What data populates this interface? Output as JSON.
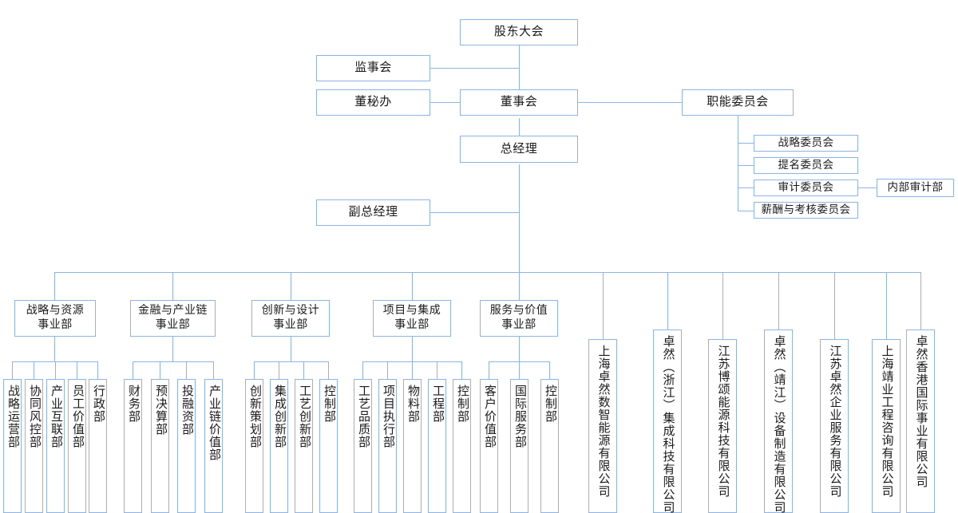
{
  "title": "组织架构图",
  "colors": {
    "border": "#8EB4E3",
    "line": "#8EB4E3",
    "box_fill": "#FFFFFF",
    "text": "#1A1A1A"
  },
  "governance": {
    "shareholders_meeting": "股东大会",
    "supervisory_board": "监事会",
    "board_secretary_office": "董秘办",
    "board_of_directors": "董事会",
    "general_manager": "总经理",
    "deputy_general_manager": "副总经理",
    "functional_committee": "职能委员会"
  },
  "committees": [
    {
      "label": "战略委员会"
    },
    {
      "label": "提名委员会"
    },
    {
      "label": "审计委员会",
      "child": "内部审计部"
    },
    {
      "label": "薪酬与考核委员会"
    }
  ],
  "internal_audit": "内部审计部",
  "divisions": [
    {
      "name": "战略与资源\n事业部",
      "line1": "战略与资源",
      "line2": "事业部",
      "departments": [
        "战略运营部",
        "协同风控部",
        "产业互联部",
        "员工价值部",
        "行政部"
      ]
    },
    {
      "name": "金融与产业链\n事业部",
      "line1": "金融与产业链",
      "line2": "事业部",
      "departments": [
        "财务部",
        "预决算部",
        "投融资部",
        "产业链价值部"
      ]
    },
    {
      "name": "创新与设计\n事业部",
      "line1": "创新与设计",
      "line2": "事业部",
      "departments": [
        "创新策划部",
        "集成创新部",
        "工艺创新部",
        "控制部"
      ]
    },
    {
      "name": "项目与集成\n事业部",
      "line1": "项目与集成",
      "line2": "事业部",
      "departments": [
        "工艺品质部",
        "项目执行部",
        "物料部",
        "工程部",
        "控制部"
      ]
    },
    {
      "name": "服务与价值\n事业部",
      "line1": "服务与价值",
      "line2": "事业部",
      "departments": [
        "客户价值部",
        "国际服务部",
        "控制部"
      ]
    }
  ],
  "subsidiaries": [
    "上海卓然数智能源有限公司",
    "卓然（浙江）集成科技有限公司",
    "江苏博颂能源科技有限公司",
    "卓然（靖江）设备制造有限公司",
    "江苏卓然企业服务有限公司",
    "上海靖业工程咨询有限公司",
    "卓然香港国际事业有限公司"
  ]
}
